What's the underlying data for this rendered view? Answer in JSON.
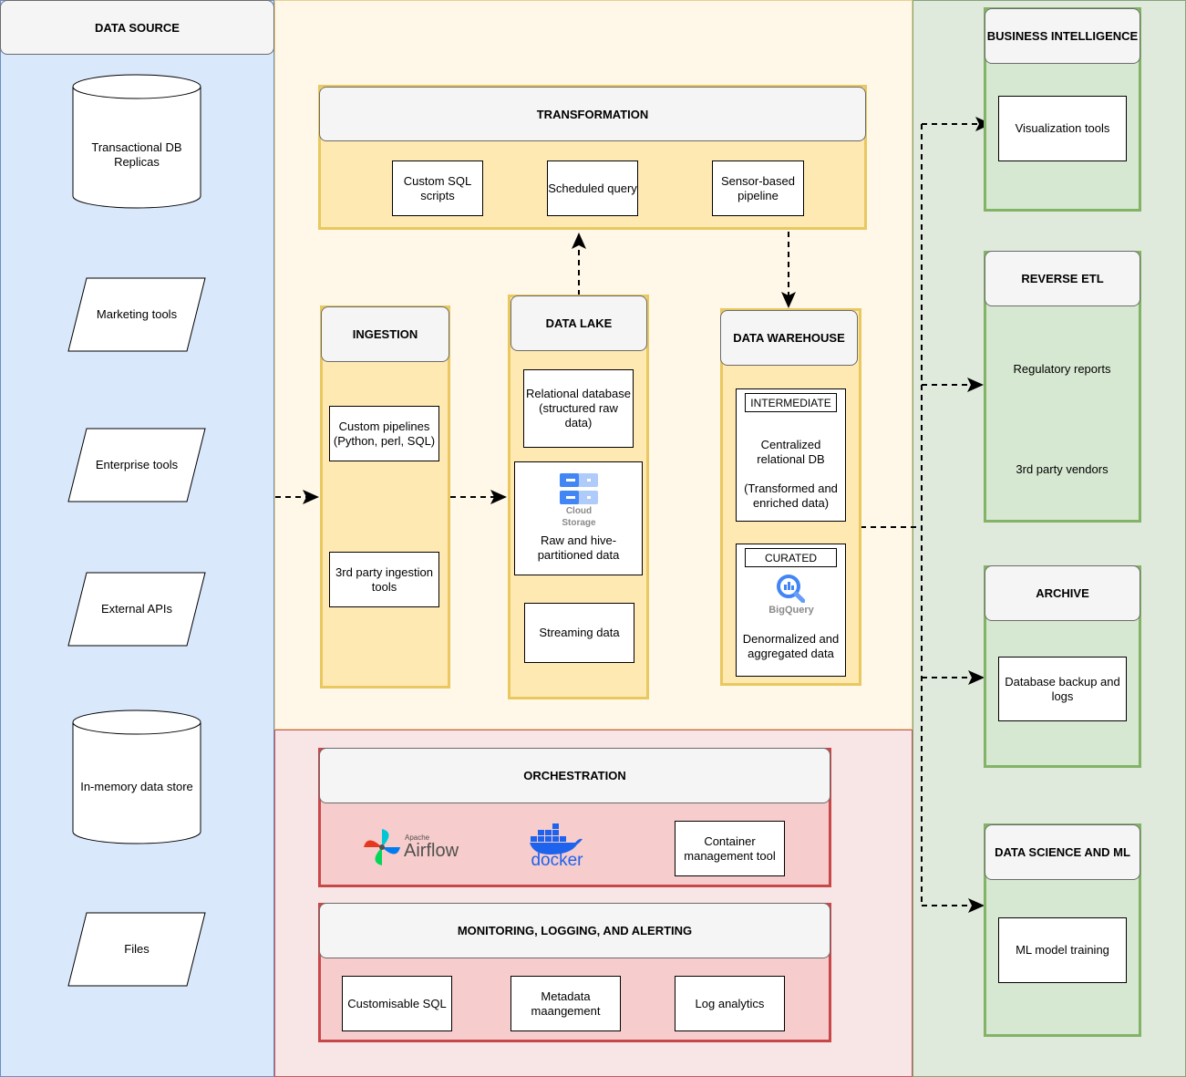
{
  "data_source": {
    "title": "DATA SOURCE",
    "items": [
      "Transactional DB Replicas",
      "Marketing tools",
      "Enterprise tools",
      "External APIs",
      "In-memory data store",
      "Files"
    ]
  },
  "transformation": {
    "title": "TRANSFORMATION",
    "items": [
      "Custom SQL scripts",
      "Scheduled query",
      "Sensor-based pipeline"
    ]
  },
  "ingestion": {
    "title": "INGESTION",
    "items": [
      "Custom pipelines (Python, perl, SQL)",
      "3rd party ingestion tools"
    ]
  },
  "data_lake": {
    "title": "DATA LAKE",
    "relational": "Relational database (structured raw data)",
    "cloud_storage_logo": "Cloud Storage",
    "cloud_storage_icon": "cloud-storage-icon",
    "raw": "Raw and hive-partitioned data",
    "streaming": "Streaming data"
  },
  "data_warehouse": {
    "title": "DATA WAREHOUSE",
    "intermediate_tag": "INTERMEDIATE",
    "intermediate_text": "Centralized relational DB\n\n(Transformed and enriched data)",
    "curated_tag": "CURATED",
    "bigquery_logo": "BigQuery",
    "bigquery_icon": "bigquery-icon",
    "curated_text": "Denormalized and aggregated data"
  },
  "orchestration": {
    "title": "ORCHESTRATION",
    "airflow_small": "Apache",
    "airflow_large": "Airflow",
    "docker": "docker",
    "container": "Container management tool"
  },
  "monitoring": {
    "title": "MONITORING, LOGGING, AND ALERTING",
    "items": [
      "Customisable SQL",
      "Metadata maangement",
      "Log analytics"
    ]
  },
  "consumers": {
    "bi": {
      "title": "BUSINESS INTELLIGENCE",
      "items": [
        "Visualization tools"
      ]
    },
    "reverse_etl": {
      "title": "REVERSE ETL",
      "items": [
        "Regulatory reports",
        "3rd party vendors"
      ]
    },
    "archive": {
      "title": "ARCHIVE",
      "items": [
        "Database backup and logs"
      ]
    },
    "ds_ml": {
      "title": "DATA SCIENCE AND ML",
      "items": [
        "ML model training"
      ]
    }
  },
  "colors": {
    "source_bg": "#dae8fc",
    "process_bg": "#fff8e8",
    "ops_bg": "#f8e5e5",
    "consumer_bg": "#dfe9dc",
    "airflow_green": "#00c7d4",
    "docker_blue": "#1d63ed",
    "gcp_blue": "#4285f4"
  }
}
